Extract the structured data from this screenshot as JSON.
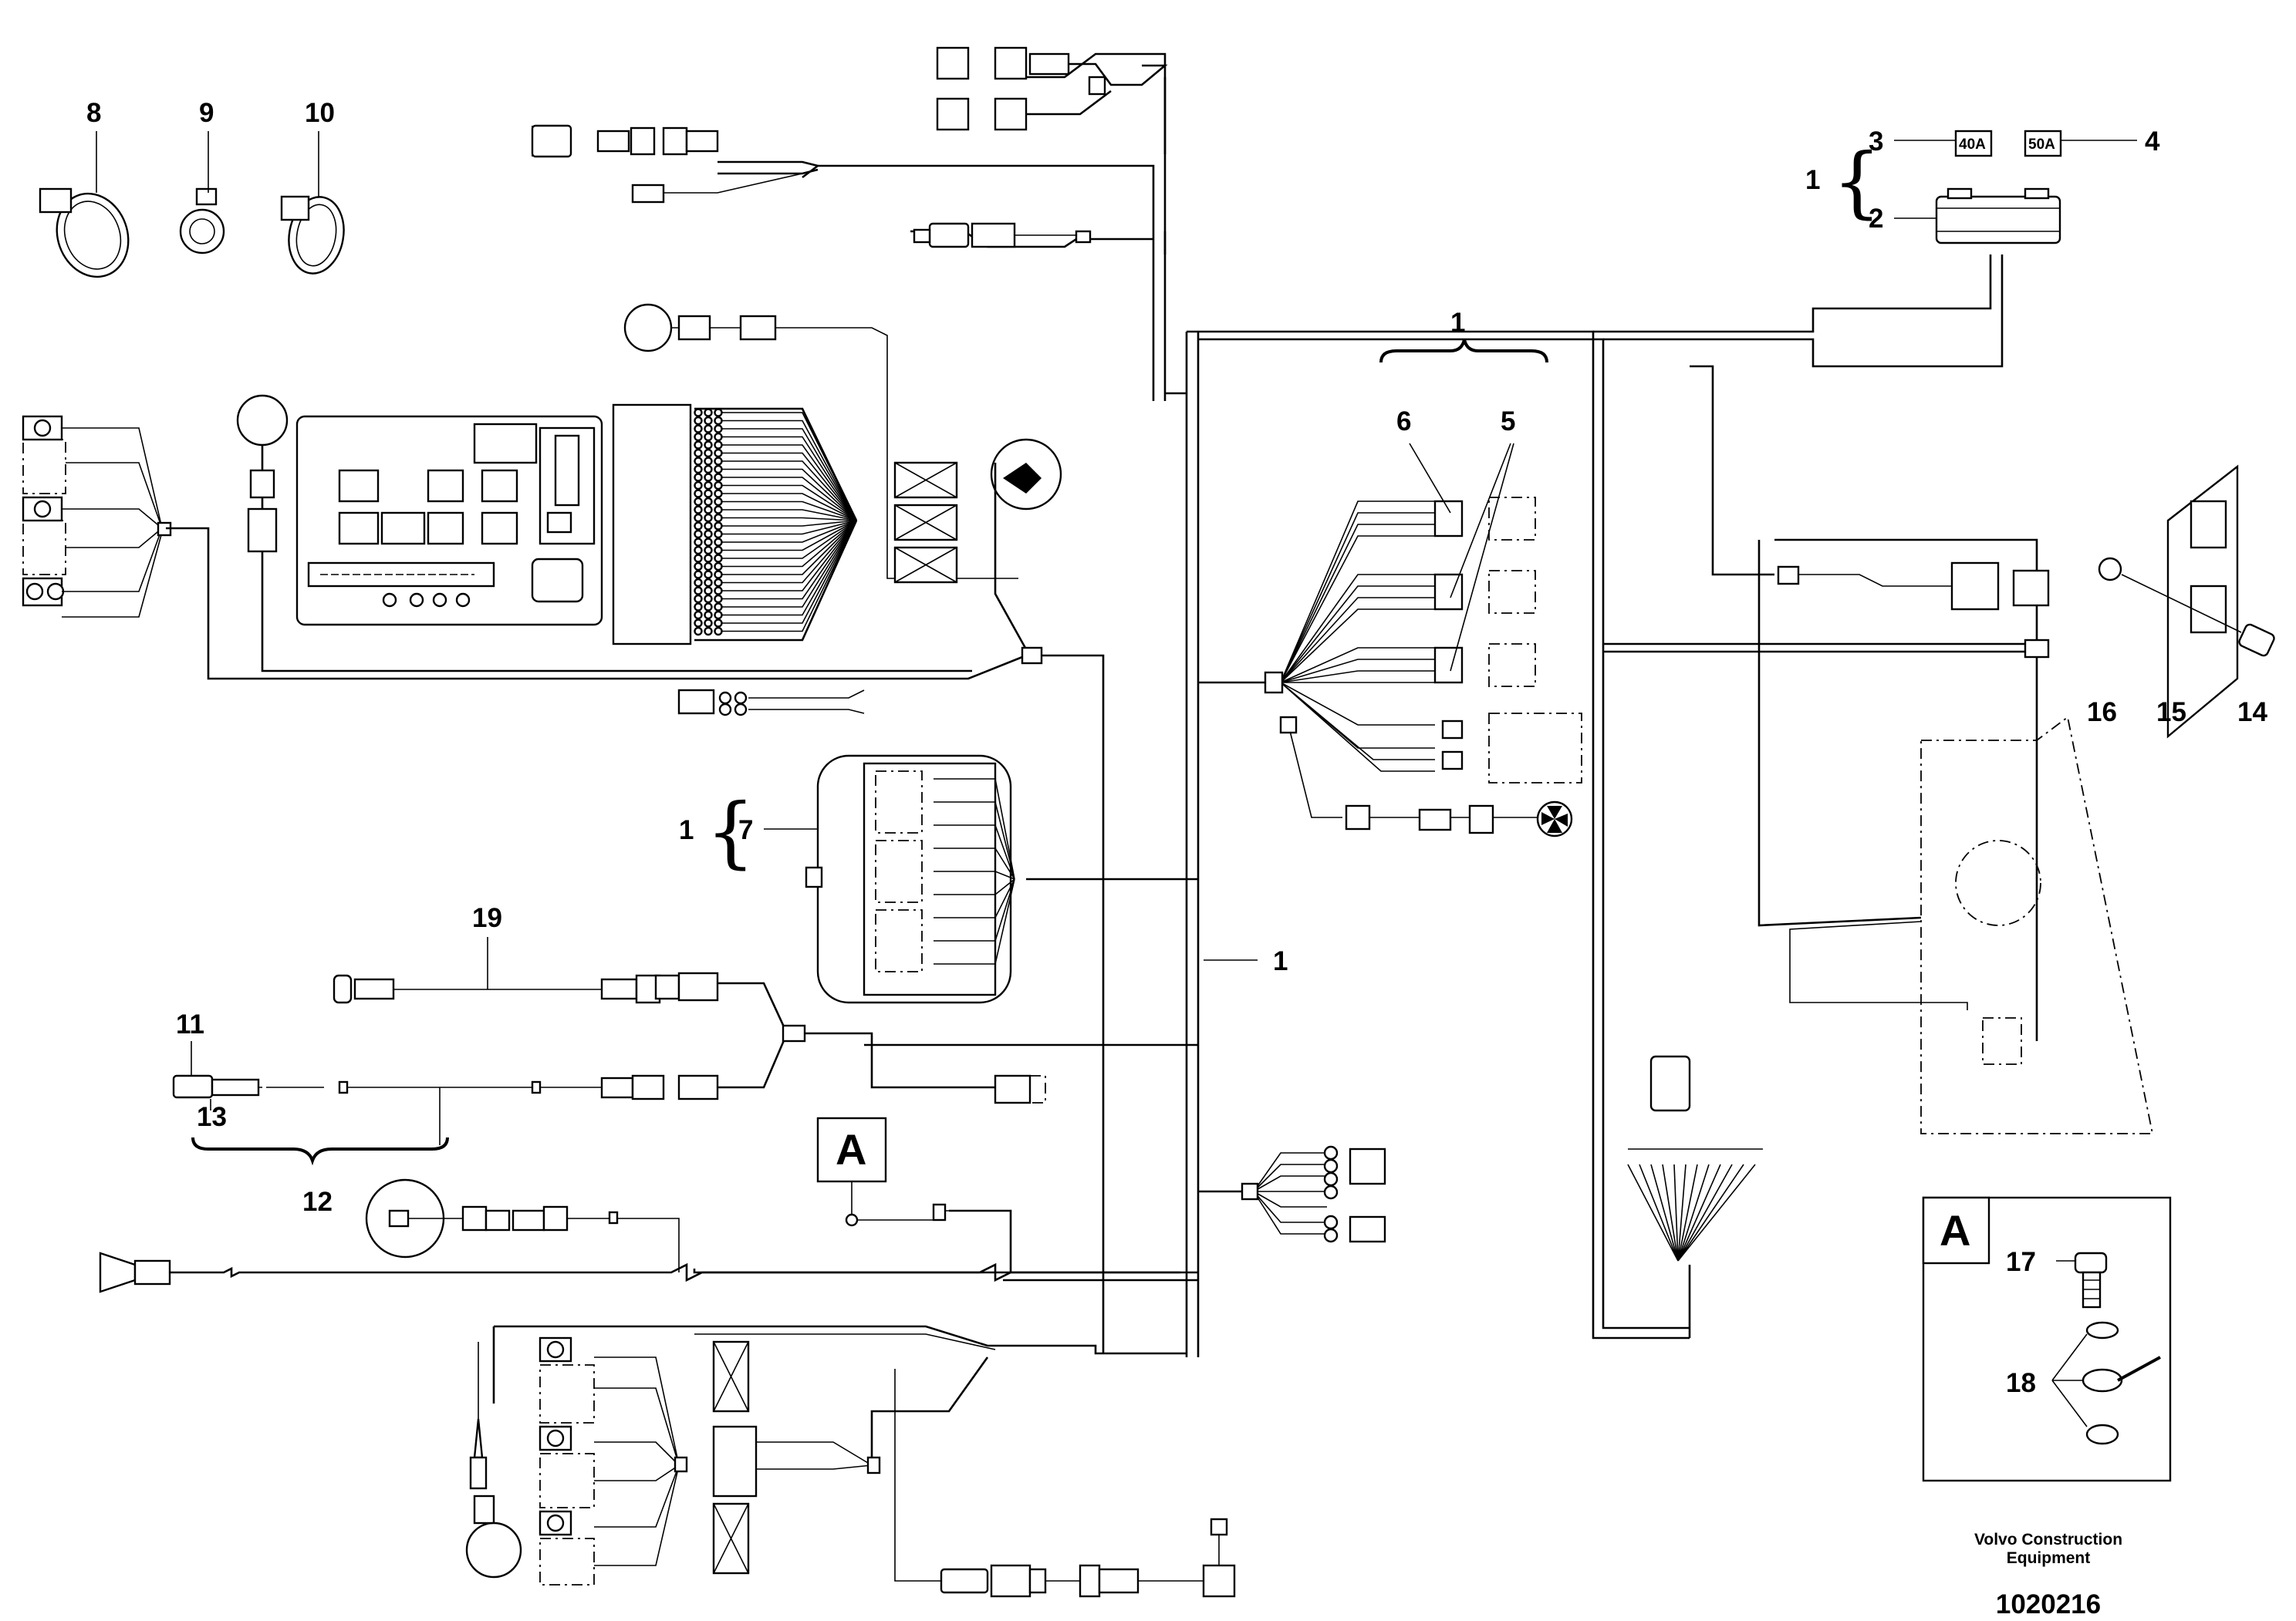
{
  "callouts": {
    "c1_bus": "1",
    "c1_group": "1",
    "c1_fusebox": "1",
    "c1_ecu": "1",
    "c2": "2",
    "c3": "3",
    "c4": "4",
    "c5": "5",
    "c6": "6",
    "c7": "7",
    "c8": "8",
    "c9": "9",
    "c10": "10",
    "c11": "11",
    "c12": "12",
    "c13": "13",
    "c14": "14",
    "c15": "15",
    "c16": "16",
    "c17": "17",
    "c18": "18",
    "c19": "19"
  },
  "fuses": {
    "fuse_40": "40A",
    "fuse_50": "50A"
  },
  "detail_marker": "A",
  "detail_box_label": "A",
  "footer": {
    "maker_line1": "Volvo Construction",
    "maker_line2": "Equipment",
    "doc_number": "1020216"
  },
  "icons": [
    "cable-clamp-icon",
    "fuse-icon",
    "relay-icon",
    "fan-icon",
    "horn-icon",
    "sensor-icon",
    "screw-icon",
    "washer-icon",
    "nut-icon",
    "bracket-icon"
  ]
}
